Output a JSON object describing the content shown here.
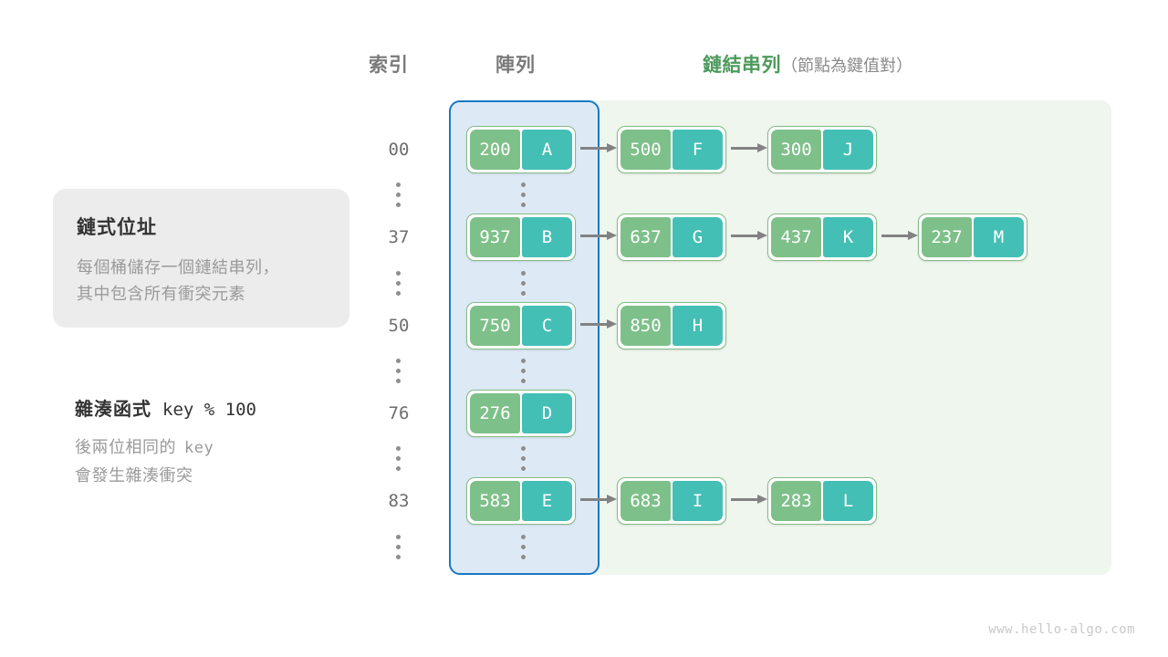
{
  "headers": {
    "index": "索引",
    "array": "陣列",
    "list_strong": "鏈結串列",
    "list_sub": "（節點為鍵值對）"
  },
  "info_card": {
    "title": "鏈式位址",
    "line1": "每個桶儲存一個鏈結串列，",
    "line2": "其中包含所有衝突元素"
  },
  "note": {
    "title_label": "雜湊函式",
    "title_expr": "key % 100",
    "line1_text": "後兩位相同的",
    "line1_mono": "key",
    "line2": "會發生雜湊衝突"
  },
  "colors": {
    "key_box": "#7ec08a",
    "value_box": "#44bfb6",
    "array_panel": "#ddeaf6",
    "array_border": "#1878c4",
    "list_panel": "#eef6ee",
    "node_border": "#85bb86",
    "arrow": "#828282",
    "accent_green": "#4c9a5b"
  },
  "buckets": [
    {
      "index": "00",
      "nodes": [
        {
          "key": "200",
          "value": "A"
        },
        {
          "key": "500",
          "value": "F"
        },
        {
          "key": "300",
          "value": "J"
        }
      ]
    },
    {
      "index": "37",
      "nodes": [
        {
          "key": "937",
          "value": "B"
        },
        {
          "key": "637",
          "value": "G"
        },
        {
          "key": "437",
          "value": "K"
        },
        {
          "key": "237",
          "value": "M"
        }
      ]
    },
    {
      "index": "50",
      "nodes": [
        {
          "key": "750",
          "value": "C"
        },
        {
          "key": "850",
          "value": "H"
        }
      ]
    },
    {
      "index": "76",
      "nodes": [
        {
          "key": "276",
          "value": "D"
        }
      ]
    },
    {
      "index": "83",
      "nodes": [
        {
          "key": "583",
          "value": "E"
        },
        {
          "key": "683",
          "value": "I"
        },
        {
          "key": "283",
          "value": "L"
        }
      ]
    }
  ],
  "ellipsis_rows": 5,
  "watermark": "www.hello-algo.com"
}
